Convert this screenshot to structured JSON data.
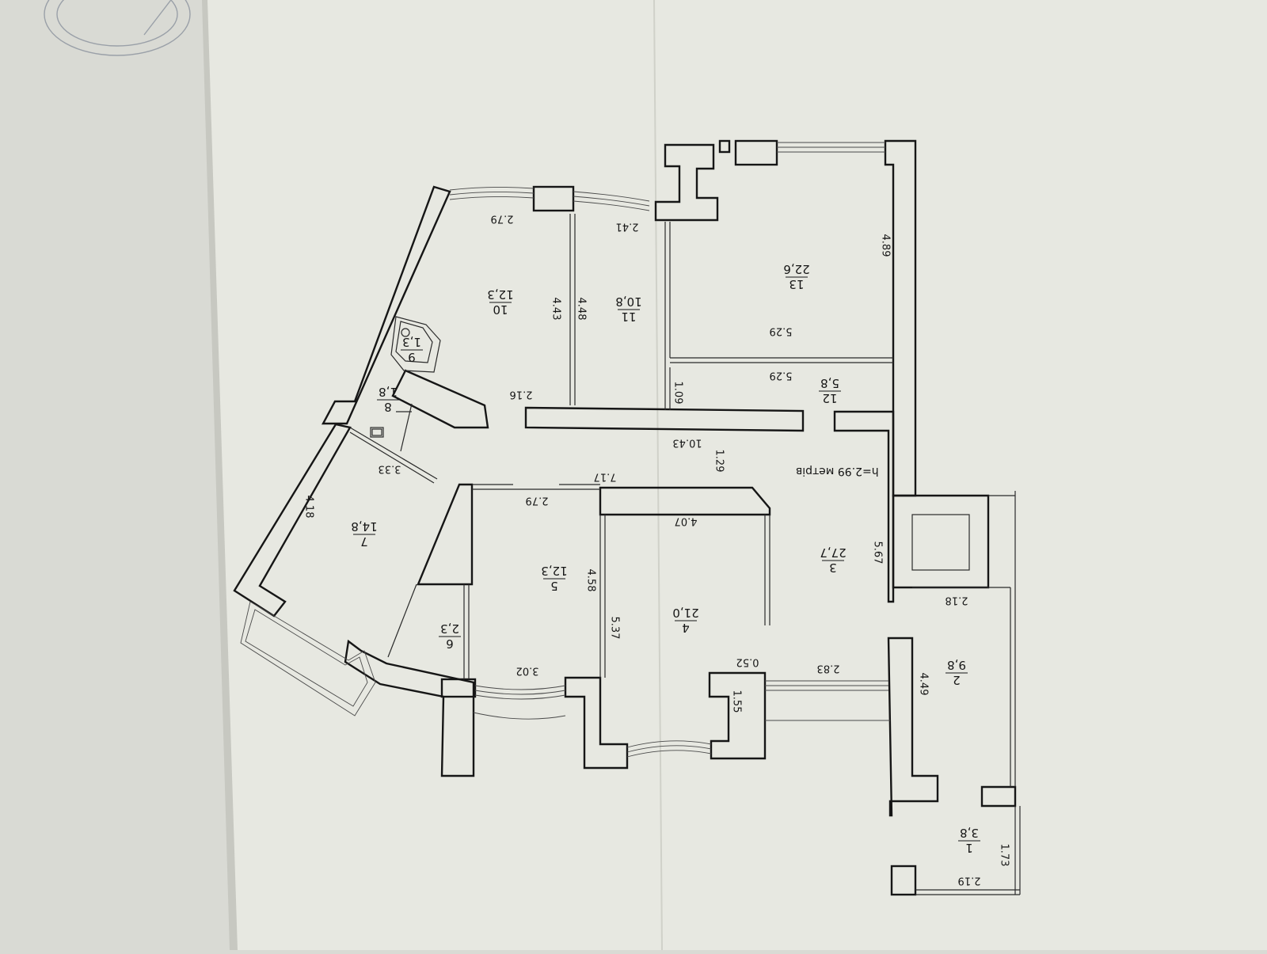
{
  "plan": {
    "ceiling_note": "h=2.99 метрів",
    "rooms": [
      {
        "id": "1",
        "area": "3,8"
      },
      {
        "id": "2",
        "area": "9,8"
      },
      {
        "id": "3",
        "area": "27,7"
      },
      {
        "id": "4",
        "area": "21,0"
      },
      {
        "id": "5",
        "area": "12,3"
      },
      {
        "id": "6",
        "area": "2,3"
      },
      {
        "id": "7",
        "area": "14,8"
      },
      {
        "id": "8",
        "area": "1,8"
      },
      {
        "id": "9",
        "area": "1,3"
      },
      {
        "id": "10",
        "area": "12,3"
      },
      {
        "id": "11",
        "area": "10,8"
      },
      {
        "id": "12",
        "area": "5,8"
      },
      {
        "id": "13",
        "area": "22,6"
      }
    ],
    "dimensions": [
      "2.19",
      "1.73",
      "4.49",
      "2.18",
      "5.67",
      "2.83",
      "0.52",
      "1.55",
      "5.37",
      "4.07",
      "1.29",
      "10.43",
      "7.17",
      "2.79",
      "4.58",
      "3.02",
      "3.33",
      "4.18",
      "2.16",
      "4.43",
      "2.79",
      "4.48",
      "2.41",
      "1.09",
      "5.29",
      "5.29",
      "4.89"
    ]
  }
}
